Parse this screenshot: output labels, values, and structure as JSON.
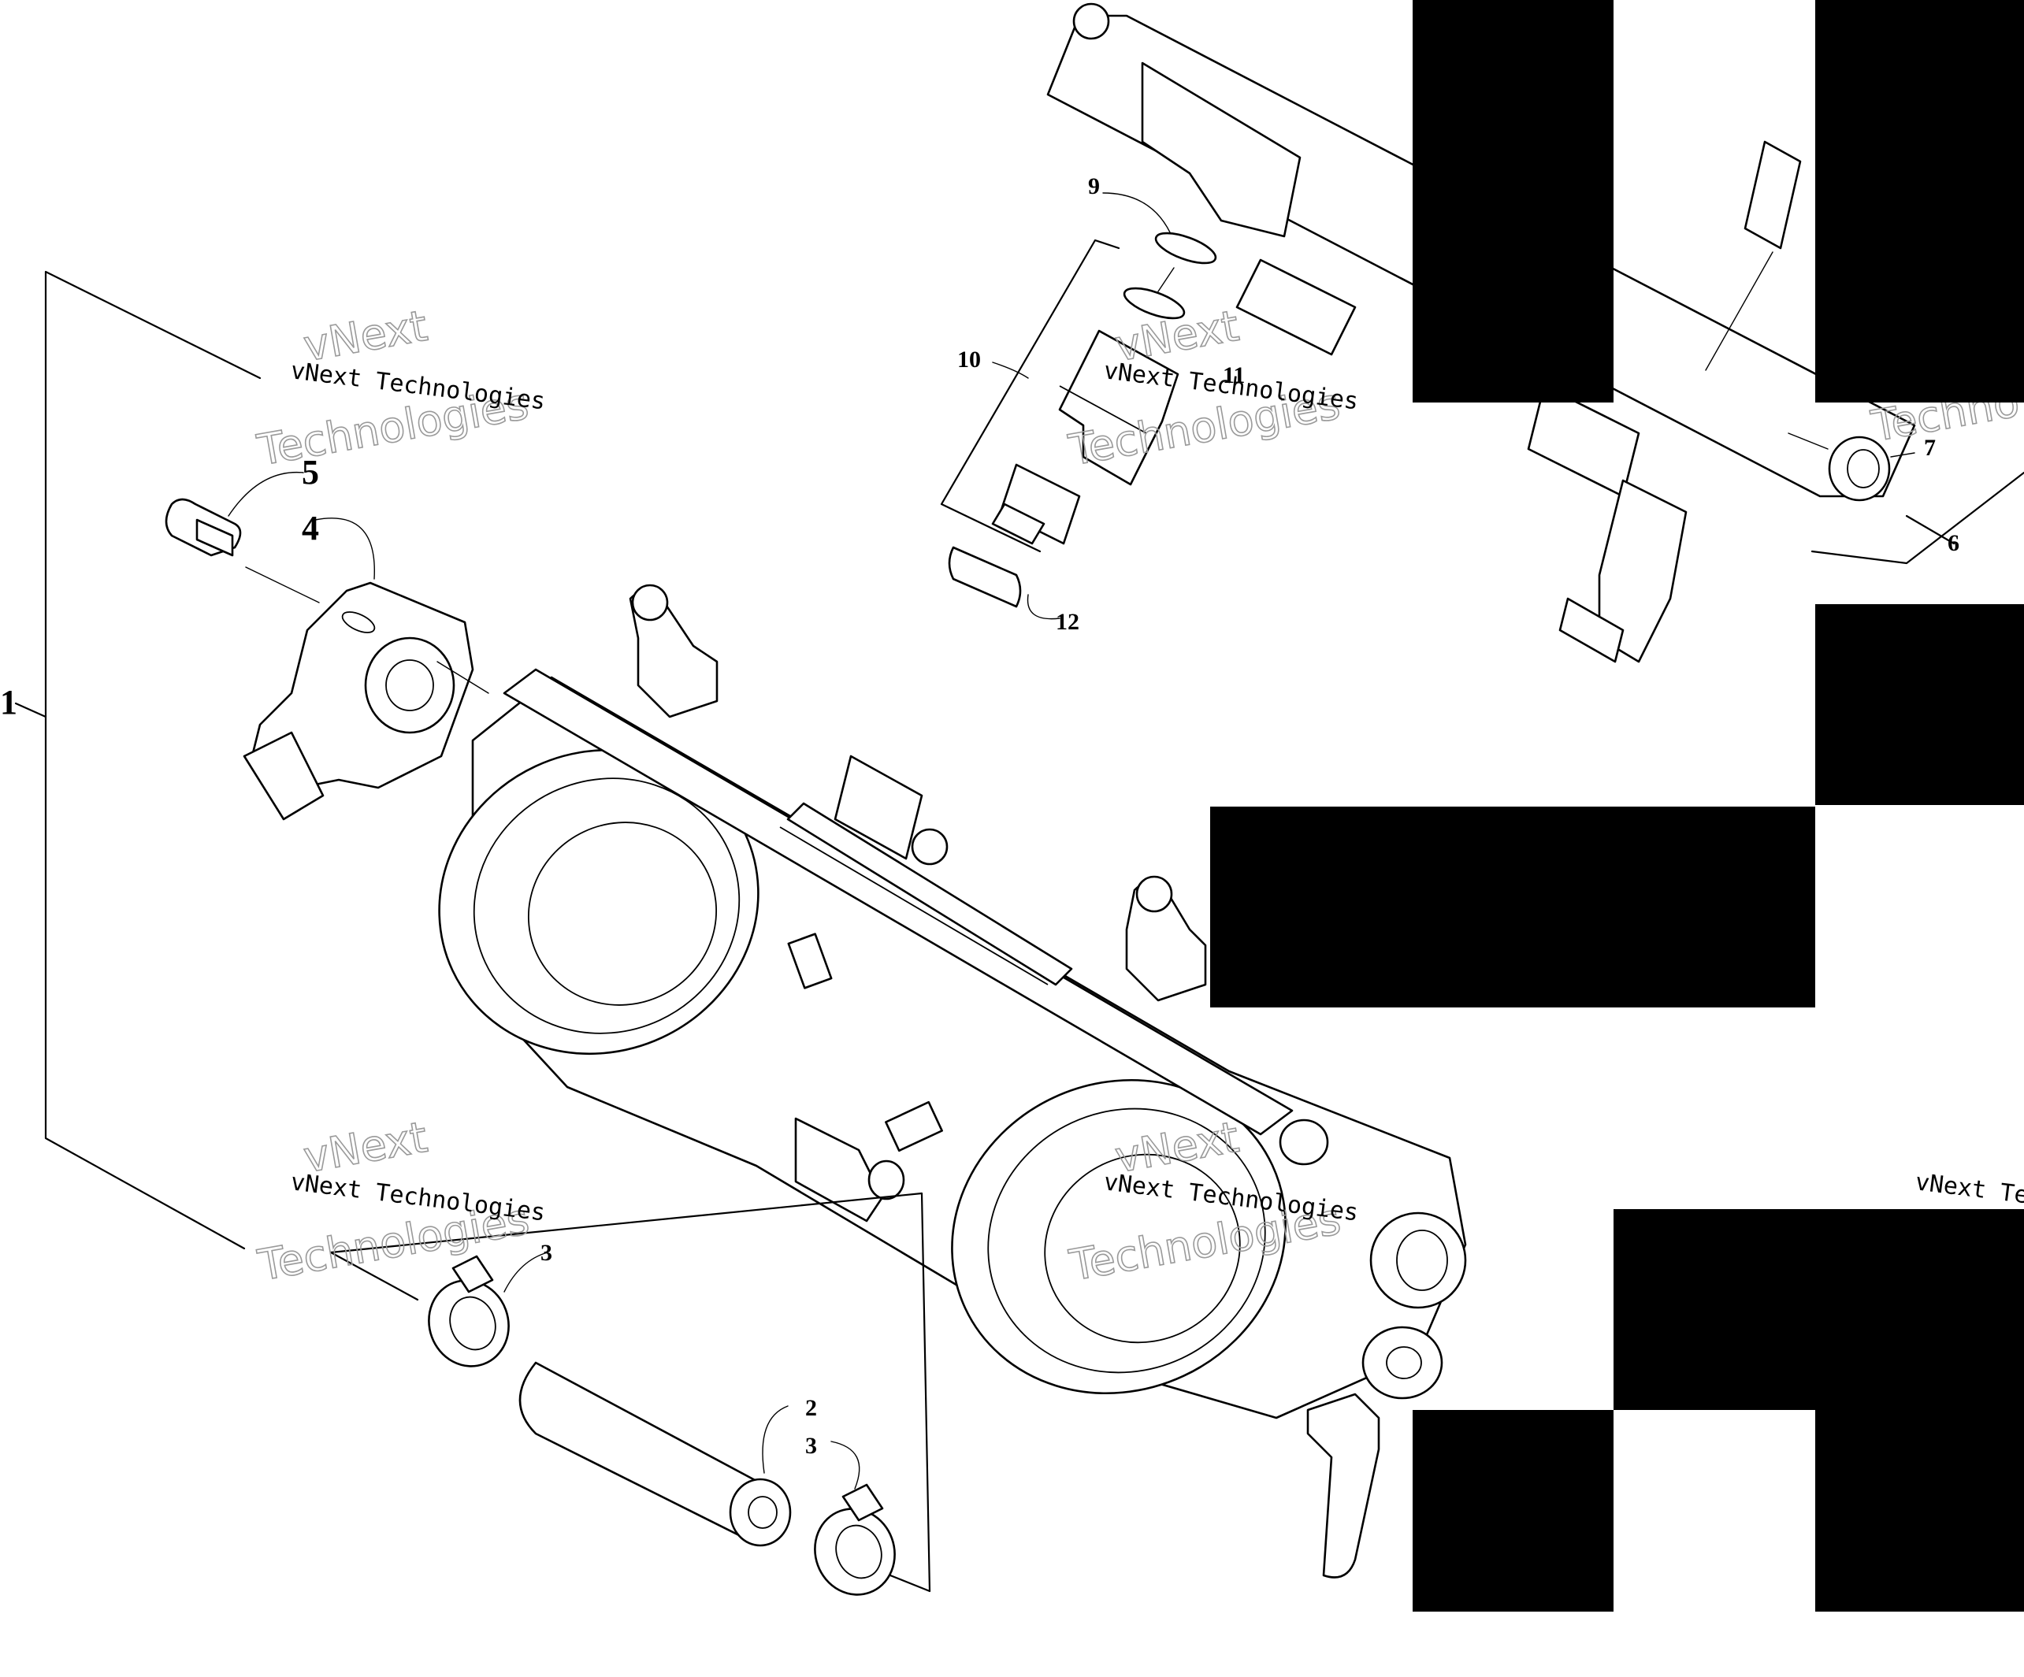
{
  "callouts": {
    "c1": "1",
    "c2": "2",
    "c3a": "3",
    "c3b": "3",
    "c4": "4",
    "c5": "5",
    "c6": "6",
    "c7": "7",
    "c9": "9",
    "c10": "10",
    "c11": "11",
    "c12": "12"
  },
  "watermark": {
    "line": "vNext Technologies",
    "ghost_top": "vNext",
    "ghost_bottom": "Technologies",
    "fragment_ghost": "Techno",
    "fragment_line": "vNext Te"
  },
  "colors": {
    "ink": "#000000",
    "paper": "#ffffff",
    "watermark_ghost": "#9a9a9a"
  }
}
